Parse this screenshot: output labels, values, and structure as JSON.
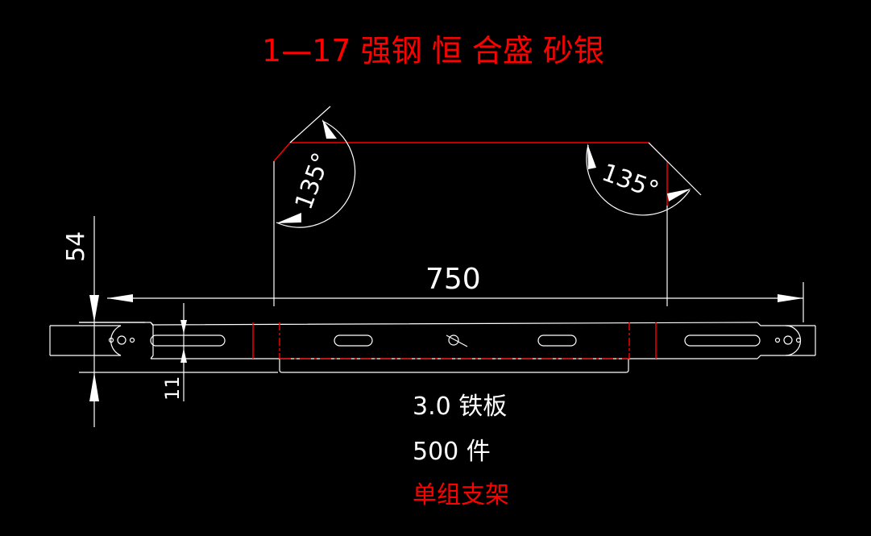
{
  "title": "1—17  强钢  恒  合盛  砂银",
  "dimensions": {
    "angle_left": "135°",
    "angle_right": "135°",
    "length": "750",
    "height": "54",
    "slot_width": "11"
  },
  "notes": {
    "material": "3.0  铁板",
    "quantity": "500  件",
    "part_name": "单组支架"
  },
  "colors": {
    "background": "#000000",
    "lines": "#ffffff",
    "highlight": "#ff0000"
  }
}
